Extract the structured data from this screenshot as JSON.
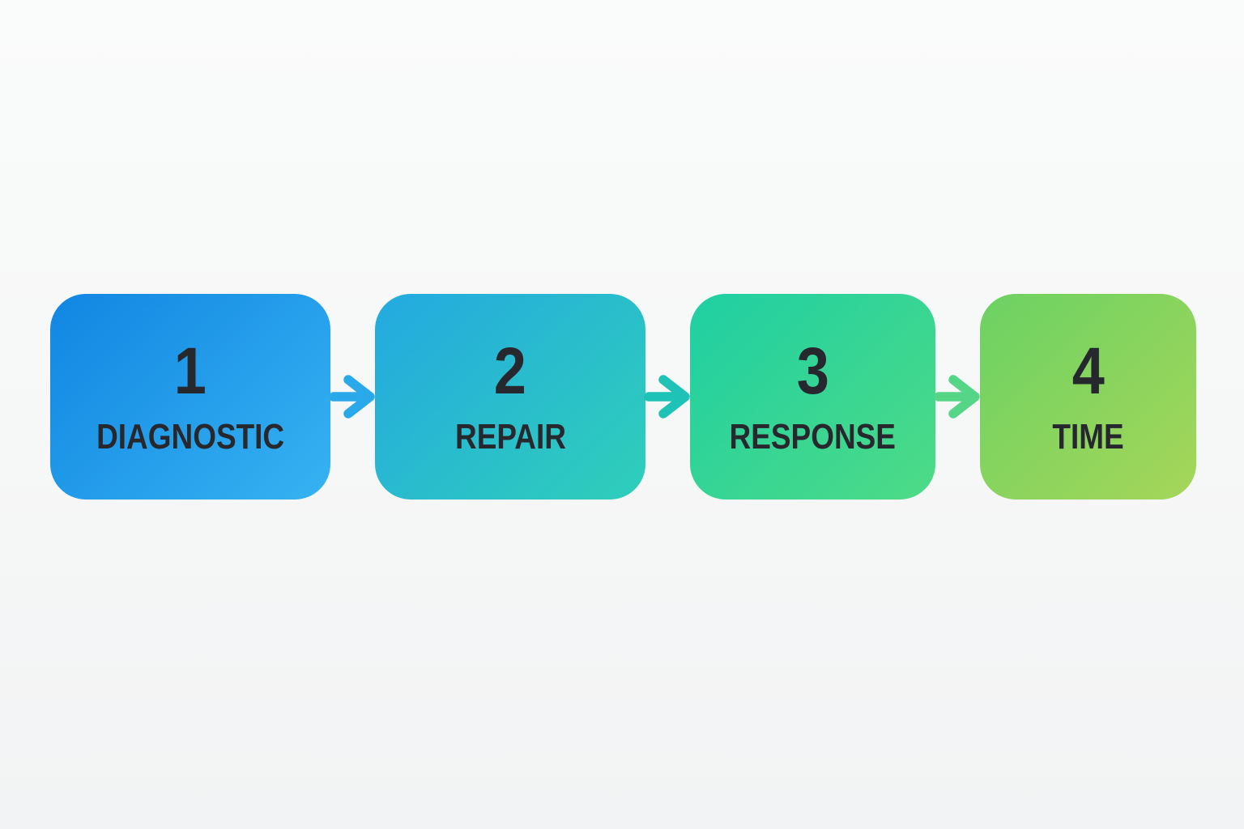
{
  "diagram": {
    "text_color": "#26282e",
    "steps": [
      {
        "number": "1",
        "label": "DIAGNOSTIC",
        "gradient_start": "#1186e2",
        "gradient_end": "#36b3f2"
      },
      {
        "number": "2",
        "label": "REPAIR",
        "gradient_start": "#23a9e1",
        "gradient_end": "#2fcfb9"
      },
      {
        "number": "3",
        "label": "RESPONSE",
        "gradient_start": "#1ecfa3",
        "gradient_end": "#4edb86"
      },
      {
        "number": "4",
        "label": "TIME",
        "gradient_start": "#6bd263",
        "gradient_end": "#a6d659"
      }
    ],
    "arrows": [
      {
        "icon": "arrow-right-icon",
        "color": "#2aa9ea"
      },
      {
        "icon": "arrow-right-icon",
        "color": "#1ec2b6"
      },
      {
        "icon": "arrow-right-icon",
        "color": "#55d687"
      }
    ]
  }
}
